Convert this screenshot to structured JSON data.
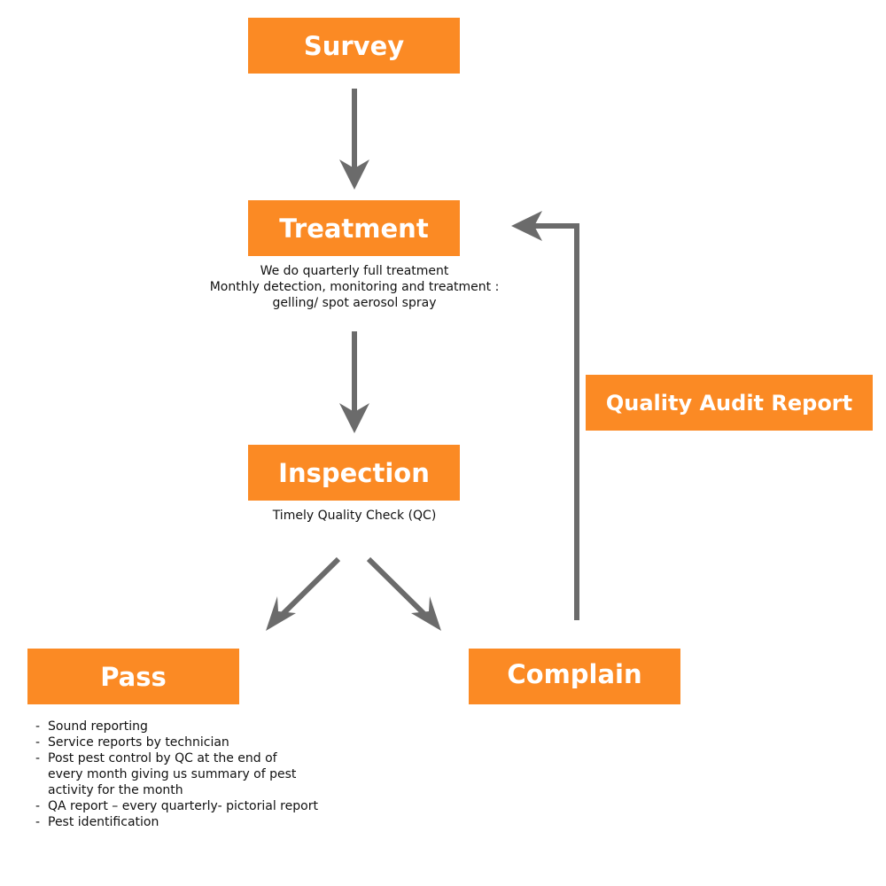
{
  "nodes": {
    "survey": "Survey",
    "treatment": "Treatment",
    "inspection": "Inspection",
    "pass": "Pass",
    "complain": "Complain",
    "audit": "Quality Audit Report"
  },
  "treatment_notes": [
    "We do quarterly full treatment",
    "Monthly detection, monitoring and treatment :",
    "gelling/ spot aerosol spray"
  ],
  "inspection_note": "Timely Quality Check (QC)",
  "pass_items": [
    "Sound reporting",
    "Service reports by technician",
    "Post pest control by QC at the end of every month giving us summary of pest activity for the month",
    "QA report – every quarterly- pictorial report",
    "Pest identification"
  ],
  "colors": {
    "box": "#fb8a24",
    "arrow": "#6b6b6b"
  }
}
